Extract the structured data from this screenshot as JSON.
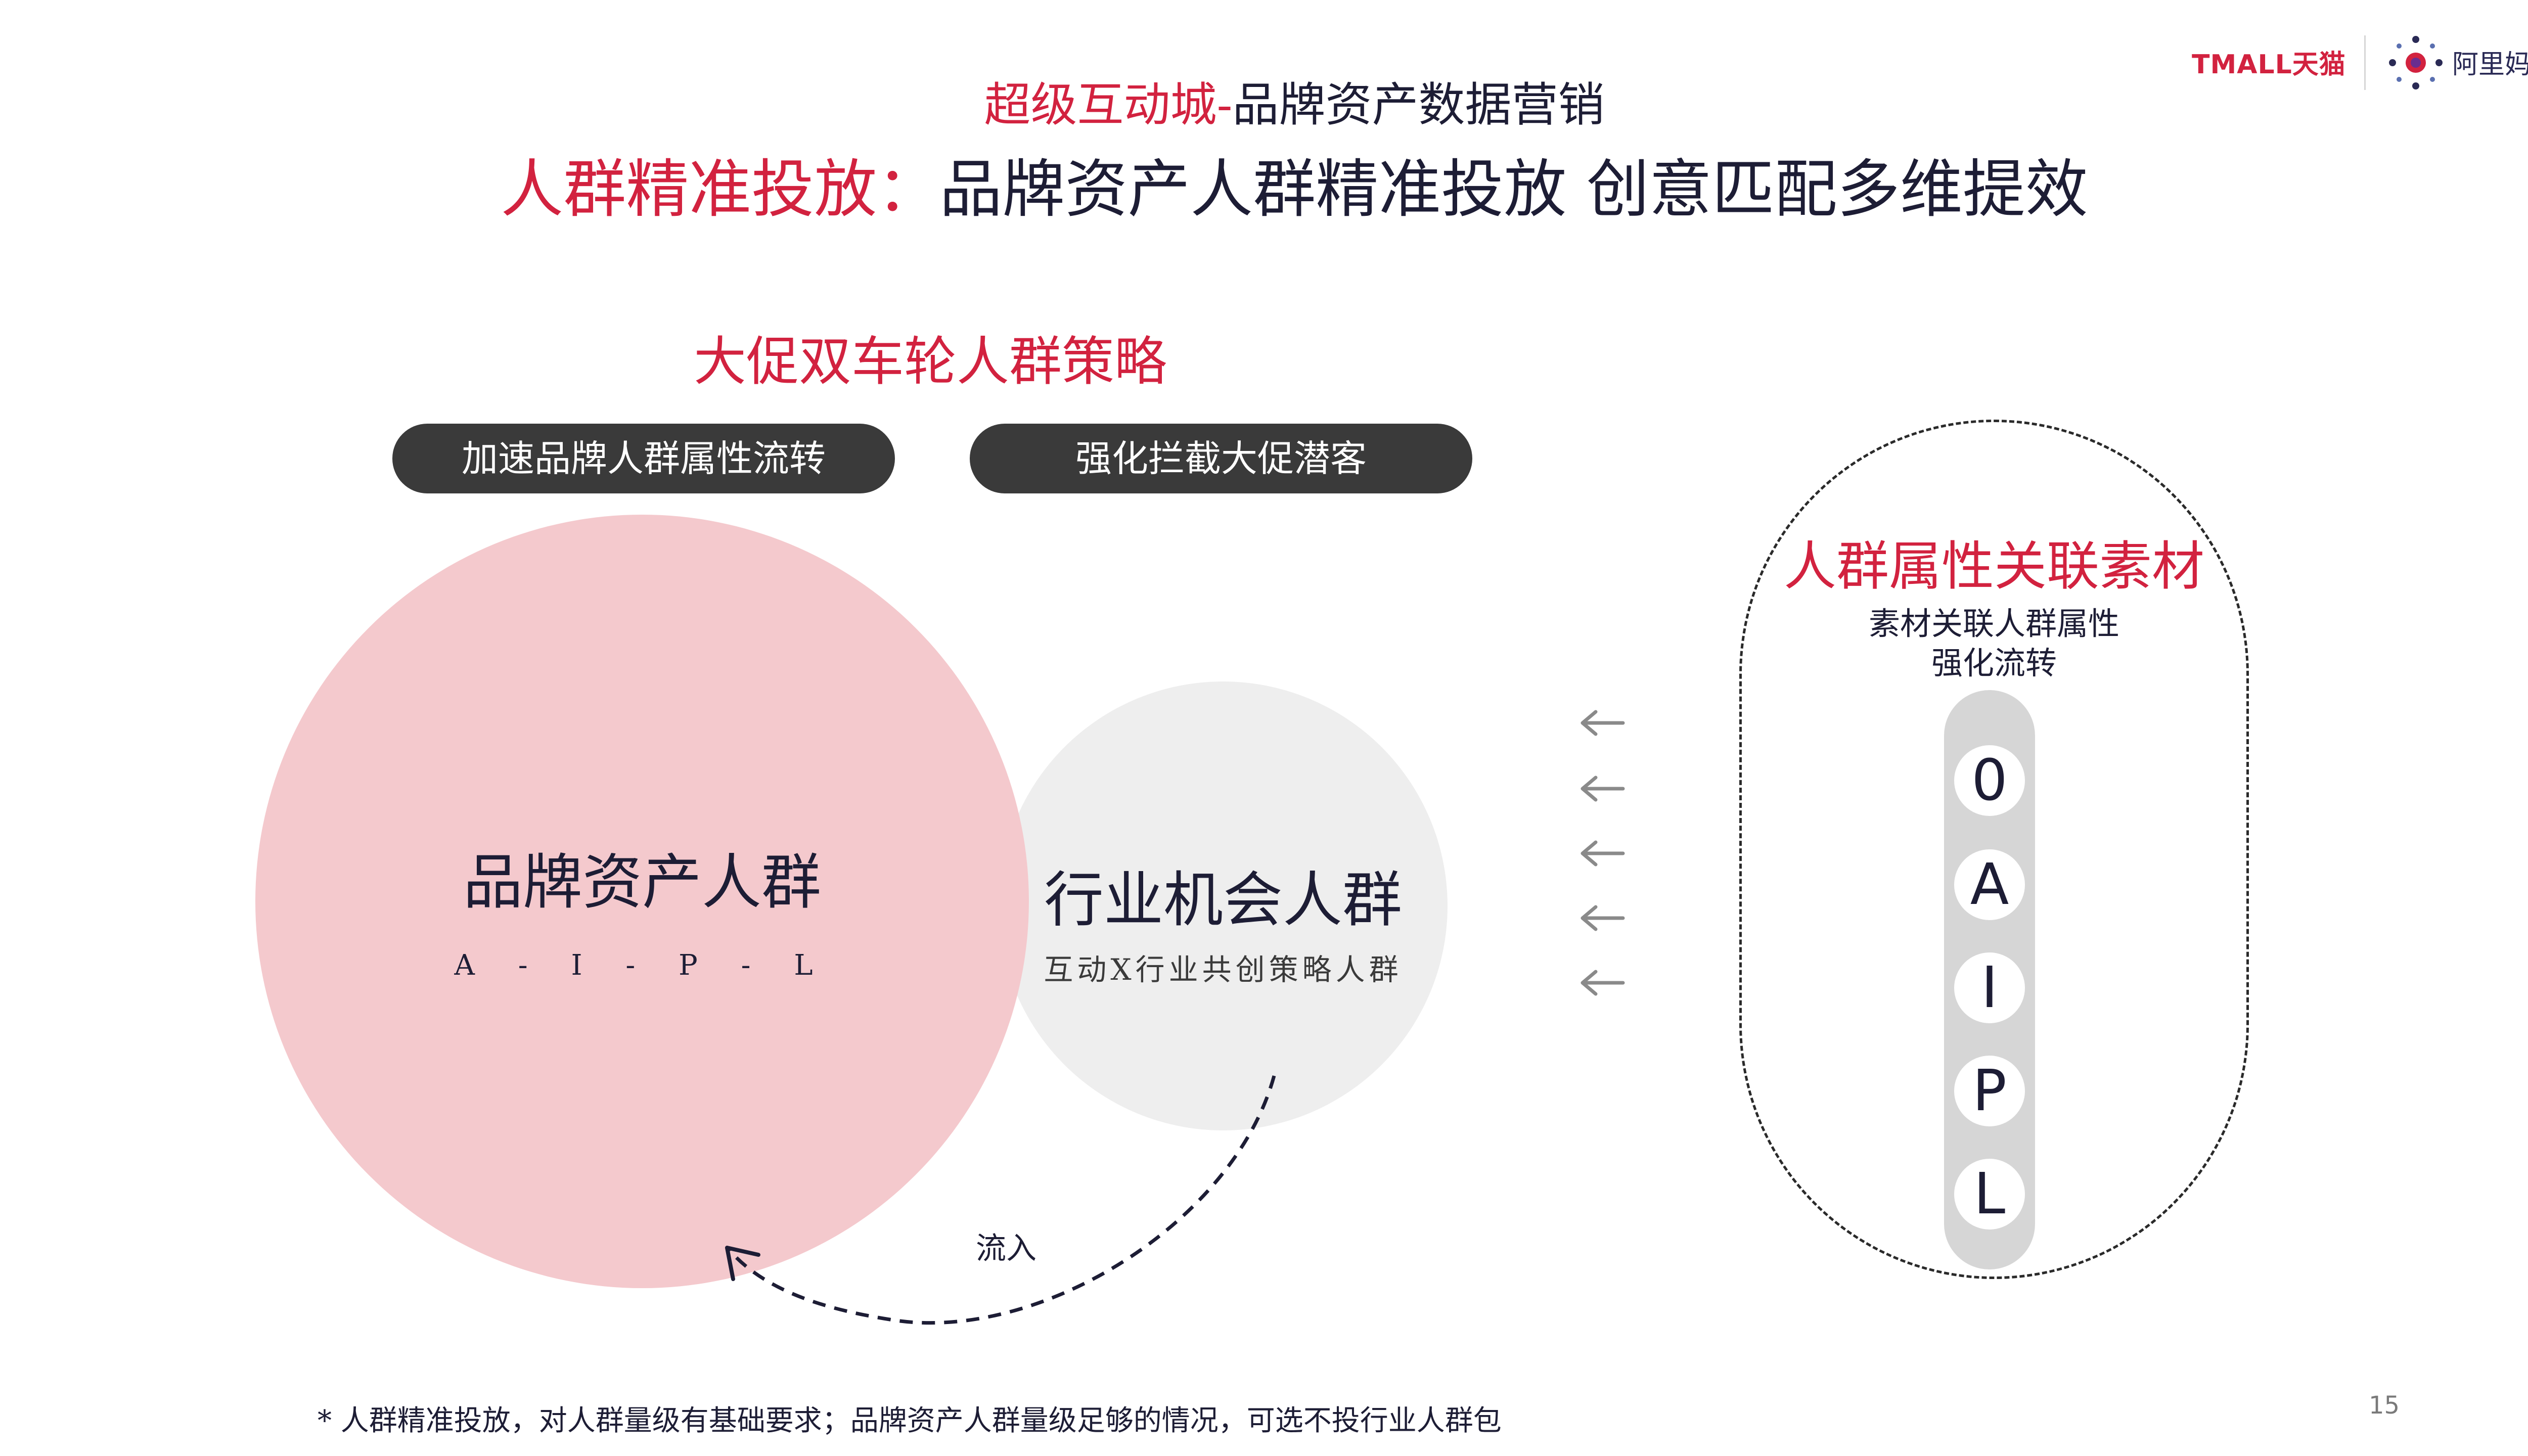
{
  "header": {
    "tmall_logo": "TMALL天猫",
    "alimama_logo": "阿里妈妈",
    "title_red": "超级互动城-",
    "title_dark": "品牌资产数据营销",
    "subtitle_red": "人群精准投放：",
    "subtitle_dark": "品牌资产人群精准投放 创意匹配多维提效"
  },
  "strategy": {
    "heading": "大促双车轮人群策略",
    "pills": [
      "加速品牌人群属性流转",
      "强化拦截大促潜客"
    ]
  },
  "venn": {
    "big_circle_label": "品牌资产人群",
    "big_circle_sub": "A - I - P - L",
    "small_circle_label": "行业机会人群",
    "small_circle_sub": "互动X行业共创策略人群",
    "flow_label": "流入"
  },
  "capsule": {
    "title": "人群属性关联素材",
    "subtitle_line1": "素材关联人群属性",
    "subtitle_line2": "强化流转",
    "letters": [
      "0",
      "A",
      "I",
      "P",
      "L"
    ]
  },
  "arrows": {
    "icon": "arrow-left-icon",
    "count": 5
  },
  "colors": {
    "accent_red": "#d2223f",
    "dark_text": "#1d1d35",
    "pink_circle": "#f4c9cd",
    "grey_circle": "#eeeeee",
    "pill_bg": "#3a3a3a"
  },
  "footer": {
    "note": "* 人群精准投放，对人群量级有基础要求；品牌资产人群量级足够的情况，可选不投行业人群包",
    "page_number": "15"
  }
}
